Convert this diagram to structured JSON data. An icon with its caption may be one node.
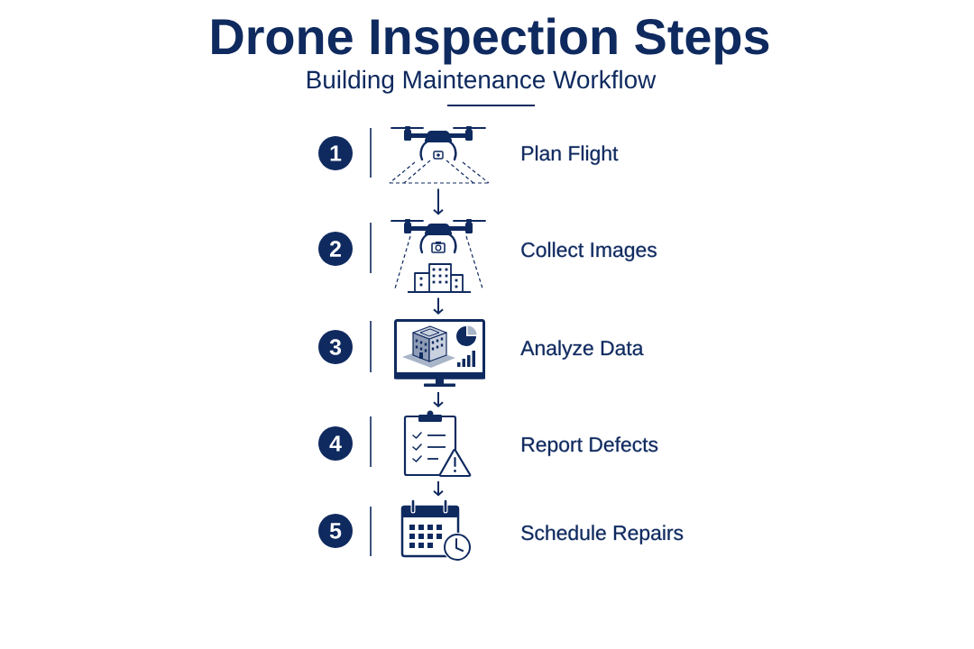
{
  "diagram": {
    "title": "Drone Inspection Steps",
    "nodes": [
      {
        "text": [
          "1"
        ]
      },
      {
        "text": [],
        "shape": "picture",
        "beside": [
          "Plan Flight"
        ]
      },
      {
        "text": [
          "2"
        ]
      },
      {
        "text": [],
        "shape": "picture",
        "beside": [
          "Collect Images"
        ]
      },
      {
        "text": [
          "3"
        ]
      },
      {
        "text": [],
        "shape": "picture",
        "beside": [
          "Analyze Data"
        ]
      },
      {
        "text": [
          "4"
        ]
      },
      {
        "text": [],
        "shape": "picture",
        "beside": [
          "Report Defects"
        ]
      },
      {
        "text": [
          "5"
        ]
      },
      {
        "text": [],
        "shape": "picture",
        "beside": [
          "Schedule Repairs"
        ]
      }
    ],
    "edges": [
      {
        "from": 1,
        "to": 3,
        "arrow": "to"
      },
      {
        "from": 3,
        "to": 5,
        "arrow": "to"
      },
      {
        "from": 5,
        "to": 7,
        "arrow": "to"
      },
      {
        "from": 7,
        "to": 9,
        "arrow": "to"
      }
    ],
    "labels": [
      "Building Maintenance Workflow"
    ]
  }
}
